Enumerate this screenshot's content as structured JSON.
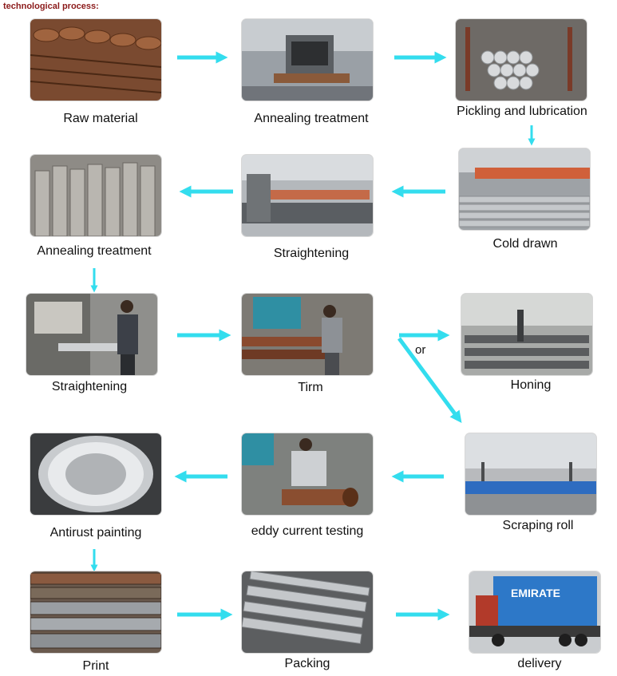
{
  "header": "technological process:",
  "accent_color": "#33ddee",
  "steps": [
    {
      "label": "Raw material",
      "photo": "rusty-pipe-stack"
    },
    {
      "label": "Annealing treatment",
      "photo": "annealing-furnace"
    },
    {
      "label": "Pickling and lubrication",
      "photo": "silver-pipe-rack"
    },
    {
      "label": "Cold drawn",
      "photo": "cold-drawing-bench"
    },
    {
      "label": "Straightening",
      "photo": "straightening-line"
    },
    {
      "label": "Annealing treatment",
      "photo": "pipe-ends-closeup"
    },
    {
      "label": "Straightening",
      "photo": "worker-at-straightener"
    },
    {
      "label": "Tirm",
      "photo": "worker-at-saw"
    },
    {
      "label": "Honing",
      "photo": "honing-workshop"
    },
    {
      "label": "Scraping roll",
      "photo": "scraping-roll-machine"
    },
    {
      "label": "eddy current testing",
      "photo": "worker-testing-tube"
    },
    {
      "label": "Antirust painting",
      "photo": "honed-tube-bore"
    },
    {
      "label": "Print",
      "photo": "printed-pipes"
    },
    {
      "label": "Packing",
      "photo": "packed-steel-bars"
    },
    {
      "label": "delivery",
      "photo": "emirates-container-truck"
    }
  ],
  "branch_label": "or"
}
